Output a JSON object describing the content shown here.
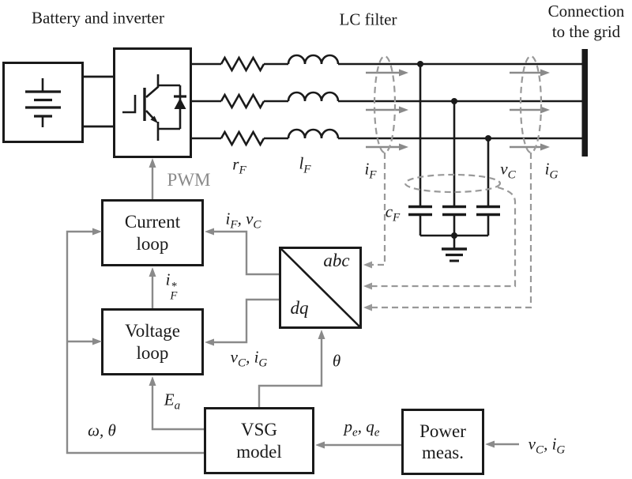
{
  "titles": {
    "battery": "Battery and inverter",
    "lc_filter": "LC filter",
    "grid_line1": "Connection",
    "grid_line2": "to the grid"
  },
  "blocks": {
    "current_loop": {
      "line1": "Current",
      "line2": "loop"
    },
    "voltage_loop": {
      "line1": "Voltage",
      "line2": "loop"
    },
    "vsg_model": {
      "line1": "VSG",
      "line2": "model"
    },
    "power_meas": {
      "line1": "Power",
      "line2": "meas."
    },
    "transform": {
      "top": "abc",
      "bottom": "dq"
    }
  },
  "signals": {
    "pwm": "PWM",
    "r_f": {
      "base": "r",
      "sub": "F"
    },
    "l_f": {
      "base": "l",
      "sub": "F"
    },
    "i_f": {
      "base": "i",
      "sub": "F"
    },
    "v_c": {
      "base": "v",
      "sub": "C"
    },
    "i_g": {
      "base": "i",
      "sub": "G"
    },
    "c_f": {
      "base": "c",
      "sub": "F"
    },
    "if_vc": {
      "b1": "i",
      "s1": "F",
      "sep": ", ",
      "b2": "v",
      "s2": "C"
    },
    "vc_ig": {
      "b1": "v",
      "s1": "C",
      "sep": ", ",
      "b2": "i",
      "s2": "G"
    },
    "if_ref": {
      "base": "i",
      "sup": "*",
      "sub": "F"
    },
    "e_a": {
      "base": "E",
      "sub": "a"
    },
    "omega_theta": "ω, θ",
    "theta": "θ",
    "pe_qe": {
      "b1": "p",
      "s1": "e",
      "sep": ", ",
      "b2": "q",
      "s2": "e"
    },
    "vcig_meas": {
      "b1": "v",
      "s1": "C",
      "sep": ", ",
      "b2": "i",
      "s2": "G"
    }
  },
  "colors": {
    "wire": "#1a1a1a",
    "control": "#8a8a8a",
    "measurement": "#999999",
    "background": "#ffffff"
  }
}
